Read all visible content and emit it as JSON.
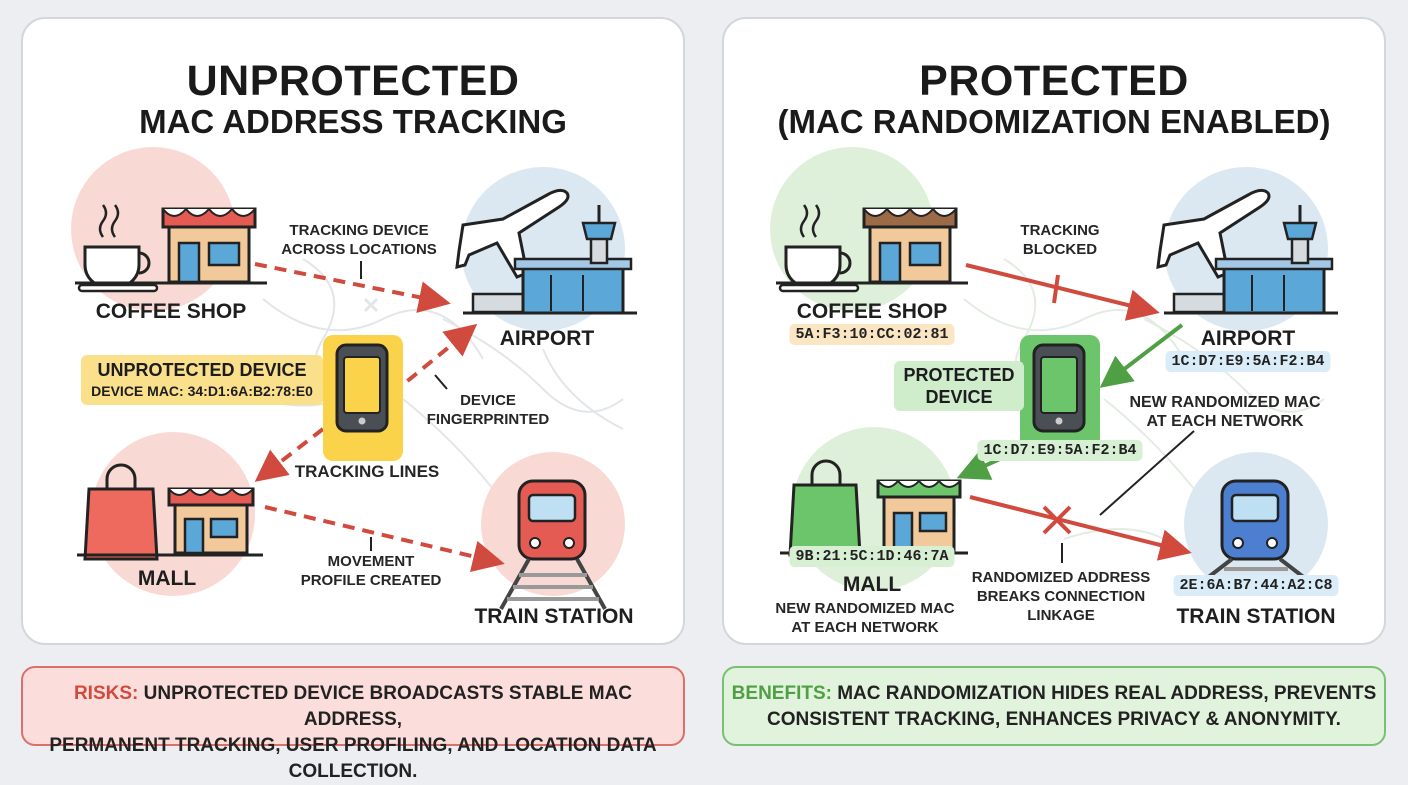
{
  "left_panel": {
    "title_line1": "UNPROTECTED",
    "title_line2": "MAC ADDRESS TRACKING",
    "locations": {
      "coffee_shop": "COFFEE SHOP",
      "airport": "AIRPORT",
      "mall": "MALL",
      "train_station": "TRAIN STATION"
    },
    "device_label": "UNPROTECTED DEVICE",
    "device_mac": "DEVICE MAC: 34:D1:6A:B2:78:E0",
    "notes": {
      "tracking_device_line1": "TRACKING DEVICE",
      "tracking_device_line2": "ACROSS LOCATIONS",
      "fingerprinted_line1": "DEVICE",
      "fingerprinted_line2": "FINGERPRINTED",
      "tracking_lines": "TRACKING LINES",
      "movement_line1": "MOVEMENT",
      "movement_line2": "PROFILE CREATED"
    }
  },
  "right_panel": {
    "title_line1": "PROTECTED",
    "title_line2": "(MAC RANDOMIZATION ENABLED)",
    "locations": {
      "coffee_shop": "COFFEE SHOP",
      "airport": "AIRPORT",
      "mall": "MALL",
      "train_station": "TRAIN STATION"
    },
    "macs": {
      "coffee_shop": "5A:F3:10:CC:02:81",
      "airport": "1C:D7:E9:5A:F2:B4",
      "device": "1C:D7:E9:5A:F2:B4",
      "mall": "9B:21:5C:1D:46:7A",
      "train_station": "2E:6A:B7:44:A2:C8"
    },
    "device_label_line1": "PROTECTED",
    "device_label_line2": "DEVICE",
    "notes": {
      "blocked_line1": "TRACKING",
      "blocked_line2": "BLOCKED",
      "new_mac_right_line1": "NEW RANDOMIZED MAC",
      "new_mac_right_line2": "AT EACH NETWORK",
      "new_mac_mall_line1": "NEW RANDOMIZED MAC",
      "new_mac_mall_line2": "AT EACH NETWORK",
      "breaks_line1": "RANDOMIZED ADDRESS",
      "breaks_line2": "BREAKS CONNECTION",
      "breaks_line3": "LINKAGE"
    }
  },
  "footer": {
    "risks_key": "RISKS:",
    "risks_line1": "UNPROTECTED DEVICE BROADCASTS STABLE MAC ADDRESS,",
    "risks_line2": "PERMANENT TRACKING, USER PROFILING, AND LOCATION DATA COLLECTION.",
    "benefits_key": "BENEFITS:",
    "benefits_line1": "MAC RANDOMIZATION HIDES REAL ADDRESS, PREVENTS",
    "benefits_line2": "CONSISTENT TRACKING, ENHANCES PRIVACY & ANONYMITY."
  },
  "colors": {
    "risk_red": "#d14a3e",
    "benefit_green": "#4f9f45",
    "device_yellow": "#fbd34a",
    "device_green": "#6cc56a"
  }
}
